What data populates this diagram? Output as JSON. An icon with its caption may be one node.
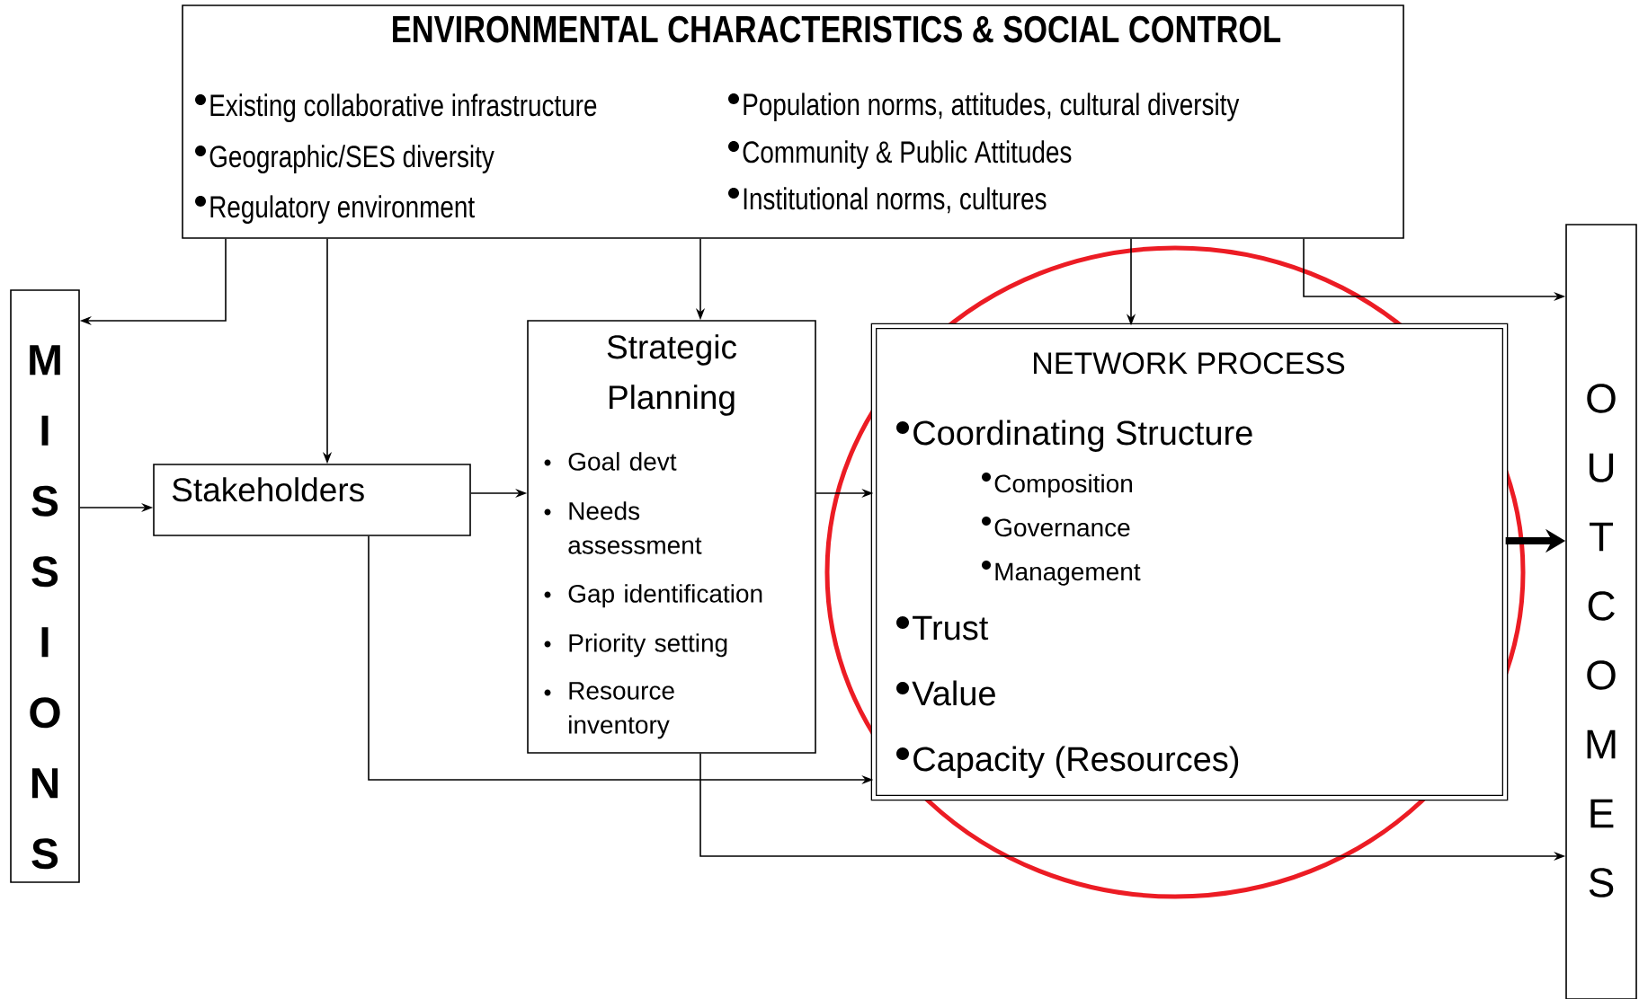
{
  "diagram": {
    "nodes": [
      {
        "text": [
          "ENVIRONMENTAL CHARACTERISTICS & SOCIAL CONTROL",
          "Existing collaborative infrastructure",
          "Geographic/SES diversity",
          "Regulatory environment",
          "Population norms, attitudes, cultural diversity",
          "Community & Public Attitudes",
          "Institutional norms, cultures"
        ]
      },
      {
        "text": [
          "MISSIONS"
        ]
      },
      {
        "text": [
          "Stakeholders"
        ]
      },
      {
        "text": [
          "Strategic Planning",
          "Goal devt",
          "Needs assessment",
          "Gap identification",
          "Priority setting",
          "Resource inventory"
        ]
      },
      {
        "text": [
          "NETWORK PROCESS",
          "Coordinating Structure",
          "Composition",
          "Governance",
          "Management",
          "Trust",
          "Value",
          "Capacity (Resources)"
        ]
      },
      {
        "text": [
          "OUTCOMES"
        ]
      }
    ],
    "edges": [
      {
        "from": 0,
        "to": 1,
        "arrow": "to"
      },
      {
        "from": 0,
        "to": 2,
        "arrow": "to"
      },
      {
        "from": 0,
        "to": 3,
        "arrow": "to"
      },
      {
        "from": 0,
        "to": 4,
        "arrow": "to"
      },
      {
        "from": 0,
        "to": 5,
        "arrow": "to"
      },
      {
        "from": 1,
        "to": 2,
        "arrow": "to"
      },
      {
        "from": 2,
        "to": 3,
        "arrow": "to"
      },
      {
        "from": 3,
        "to": 4,
        "arrow": "to"
      },
      {
        "from": 2,
        "to": 4,
        "arrow": "to"
      },
      {
        "from": 3,
        "to": 5,
        "arrow": "to"
      },
      {
        "from": 4,
        "to": 5,
        "arrow": "to",
        "style": "thick"
      }
    ]
  }
}
